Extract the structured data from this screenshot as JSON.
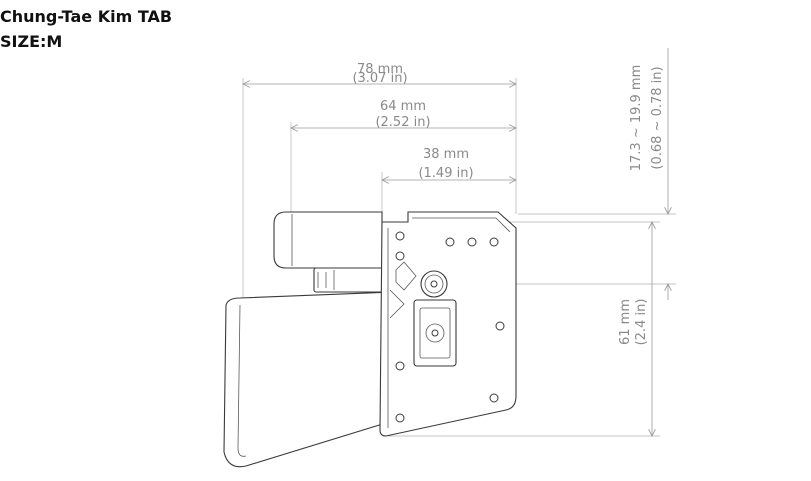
{
  "header": {
    "title": "Chung-Tae Kim TAB",
    "size": "SIZE:M"
  },
  "dimensions": {
    "width_total": {
      "mm": "78 mm",
      "in": "(3.07 in)"
    },
    "width_mid": {
      "mm": "64 mm",
      "in": "(2.52 in)"
    },
    "width_plate": {
      "mm": "38 mm",
      "in": "(1.49 in)"
    },
    "height_offset": {
      "mm": "17.3 ~ 19.9 mm",
      "in": "(0.68 ~ 0.78 in)"
    },
    "height_plate": {
      "mm": "61 mm",
      "in": "(2.4 in)"
    }
  },
  "colors": {
    "dimension": "#8a8a8a",
    "outline": "#3a3a3a"
  }
}
